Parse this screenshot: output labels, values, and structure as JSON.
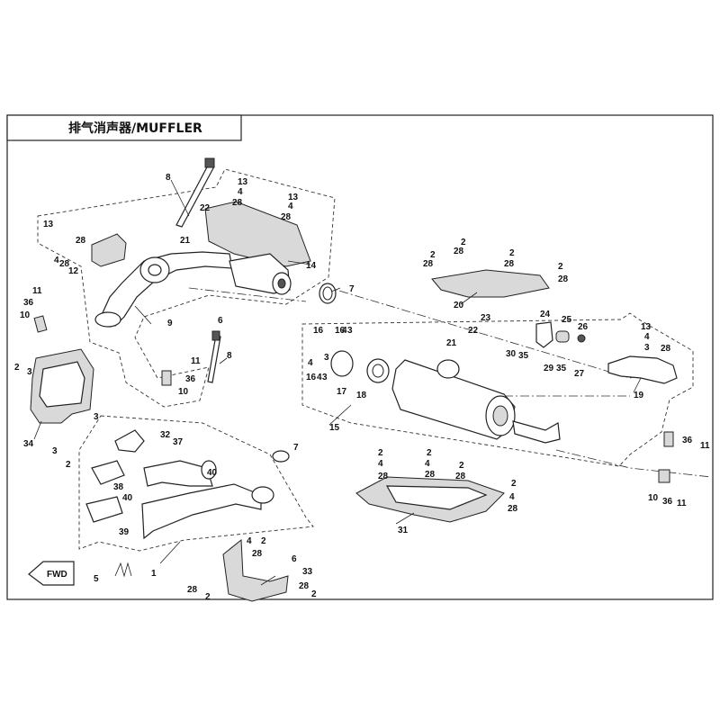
{
  "title": "排气消声器/MUFFLER",
  "fwd_label": "FWD",
  "callouts": {
    "c1": "1",
    "c2": "2",
    "c3": "3",
    "c4": "4",
    "c5": "5",
    "c6": "6",
    "c7": "7",
    "c8": "8",
    "c9": "9",
    "c10": "10",
    "c11": "11",
    "c12": "12",
    "c13": "13",
    "c14": "14",
    "c15": "15",
    "c16": "16",
    "c17": "17",
    "c18": "18",
    "c19": "19",
    "c20": "20",
    "c21": "21",
    "c22": "22",
    "c23": "23",
    "c24": "24",
    "c25": "25",
    "c26": "26",
    "c27": "27",
    "c28": "28",
    "c29": "29",
    "c30": "30",
    "c31": "31",
    "c32": "32",
    "c33": "33",
    "c34": "34",
    "c35": "35",
    "c36": "36",
    "c37": "37",
    "c38": "38",
    "c39": "39",
    "c40": "40"
  }
}
